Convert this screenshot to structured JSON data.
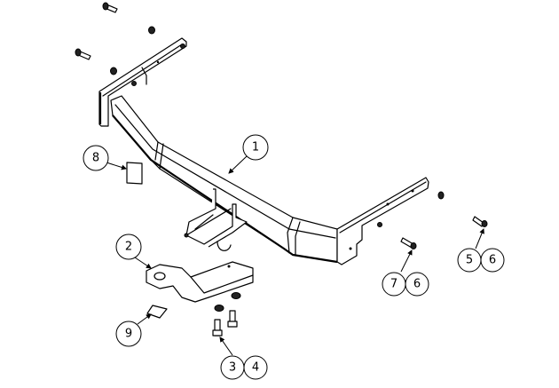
{
  "title": "Tow bar exploded assembly drawing",
  "balloons": {
    "b1": "1",
    "b2": "2",
    "b3": "3",
    "b4": "4",
    "b5": "5",
    "b6a": "6",
    "b6b": "6",
    "b7": "7",
    "b8": "8",
    "b9": "9"
  }
}
